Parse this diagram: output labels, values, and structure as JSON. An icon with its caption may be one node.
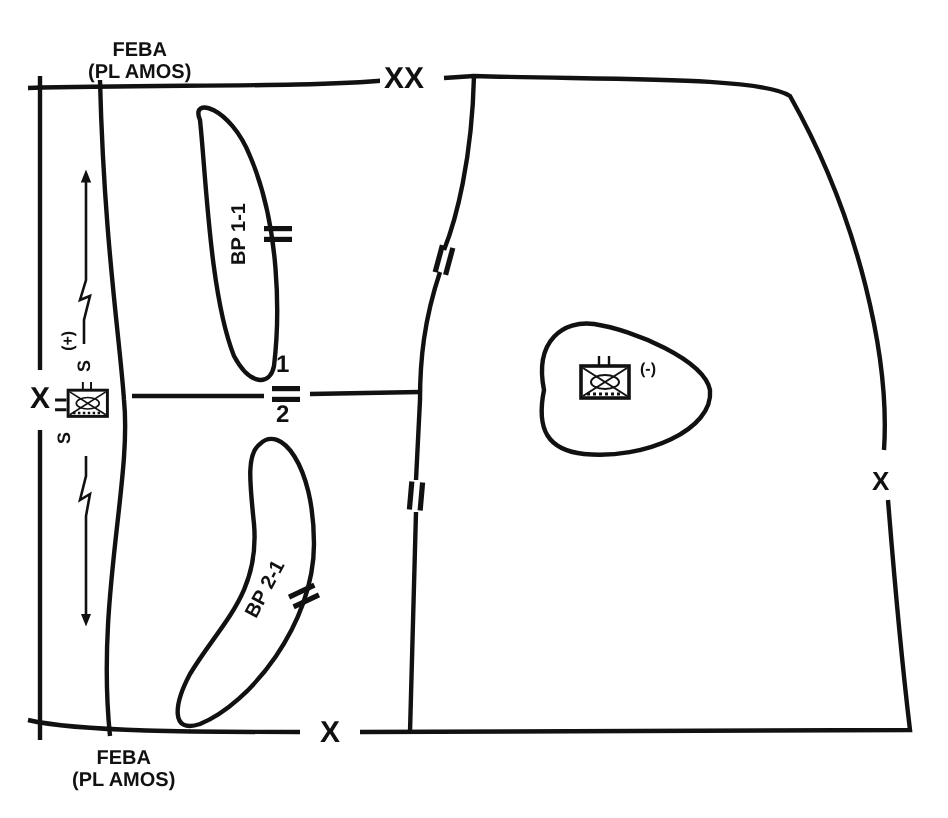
{
  "diagram": {
    "nodes": [
      {
        "text": [
          "BP 1-1"
        ]
      },
      {
        "text": [
          "BP 2-1"
        ]
      },
      {
        "text": [
          "(-)"
        ]
      }
    ],
    "labels": [
      "FEBA (PL AMOS)",
      "XX",
      "X",
      "(+)",
      "S",
      "S",
      "1",
      "2",
      "X",
      "X",
      "FEBA (PL AMOS)"
    ]
  }
}
